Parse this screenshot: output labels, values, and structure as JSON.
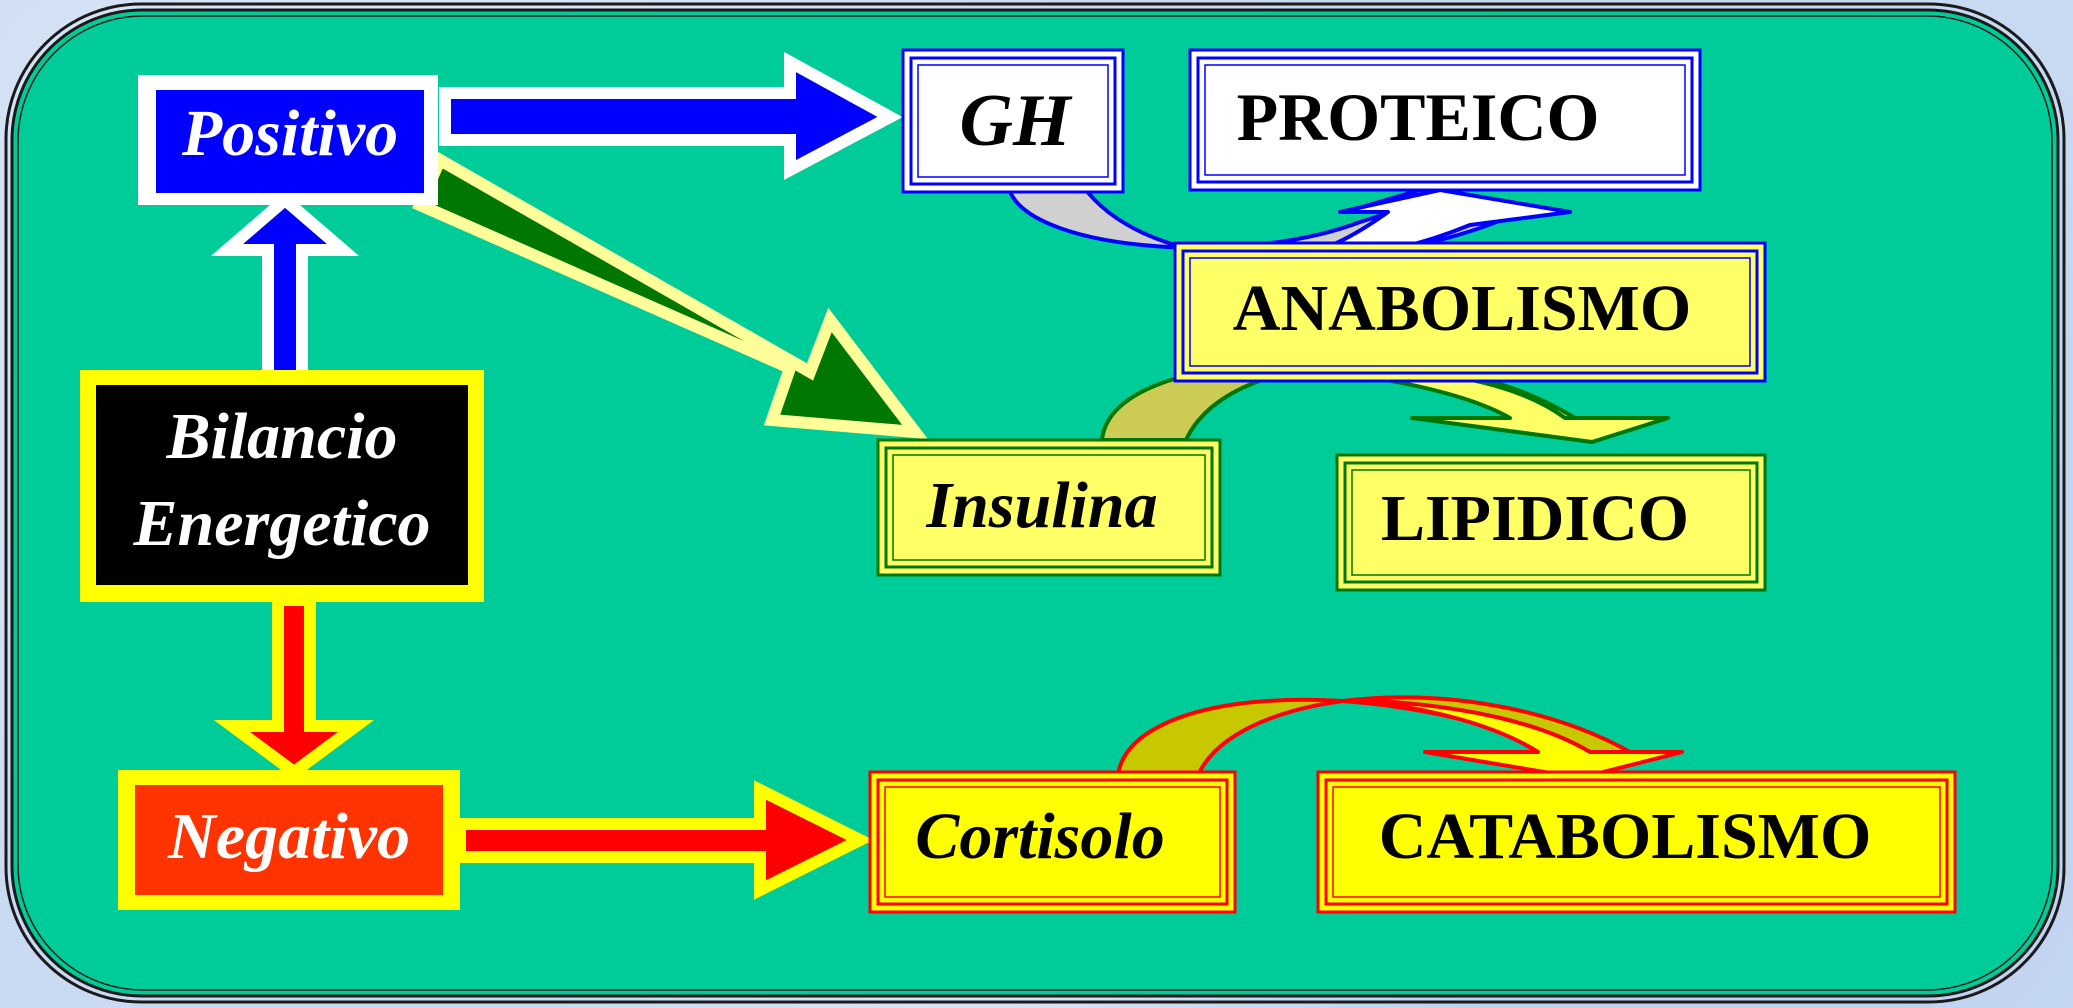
{
  "colors": {
    "panel": "#00cc99",
    "blue": "#0000ff",
    "green": "#007700",
    "yellow": "#ffff66",
    "bright_yellow": "#ffff00",
    "red": "#ff0000",
    "orange_red": "#ff3300",
    "black": "#000000",
    "white": "#ffffff"
  },
  "nodes": {
    "positivo": "Positivo",
    "bilancio_line1": "Bilancio",
    "bilancio_line2": "Energetico",
    "negativo": "Negativo",
    "gh": "GH",
    "proteico": "PROTEICO",
    "anabolismo": "ANABOLISMO",
    "insulina": "Insulina",
    "lipidico": "LIPIDICO",
    "cortisolo": "Cortisolo",
    "catabolismo": "CATABOLISMO"
  }
}
